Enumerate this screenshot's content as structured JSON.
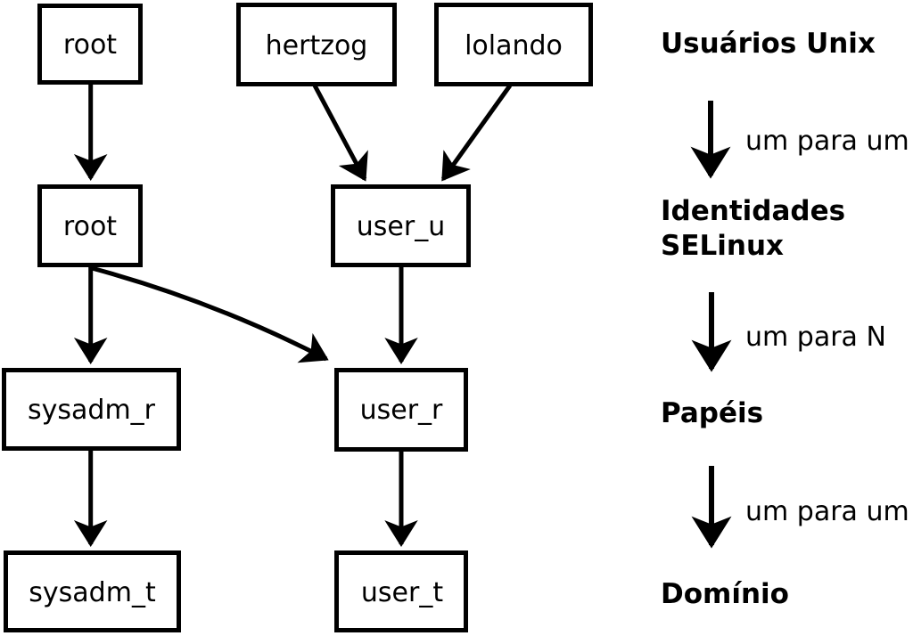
{
  "diagram": {
    "title_semantic": "SELinux: Unix users to SELinux identities, roles and domains",
    "colors": {
      "foreground": "#000000",
      "background": "#ffffff",
      "box_fill": "#ffffff"
    },
    "nodes": {
      "unix_root": "root",
      "unix_hertzog": "hertzog",
      "unix_lolando": "lolando",
      "selinux_root": "root",
      "selinux_user_u": "user_u",
      "role_sysadm_r": "sysadm_r",
      "role_user_r": "user_r",
      "domain_sysadm_t": "sysadm_t",
      "domain_user_t": "user_t"
    },
    "edges": [
      {
        "from": "root (Unix user)",
        "to": "root (SELinux identity)"
      },
      {
        "from": "hertzog",
        "to": "user_u"
      },
      {
        "from": "lolando",
        "to": "user_u"
      },
      {
        "from": "root (SELinux identity)",
        "to": "sysadm_r"
      },
      {
        "from": "root (SELinux identity)",
        "to": "user_r"
      },
      {
        "from": "user_u",
        "to": "user_r"
      },
      {
        "from": "sysadm_r",
        "to": "sysadm_t"
      },
      {
        "from": "user_r",
        "to": "user_t"
      }
    ],
    "legend": {
      "unix_users": "Usuários Unix",
      "mapping_one_to_one_1": "um para um",
      "selinux_identities_line1": "Identidades",
      "selinux_identities_line2": "SELinux",
      "mapping_one_to_n": "um para N",
      "roles": "Papéis",
      "mapping_one_to_one_2": "um para um",
      "domain": "Domínio"
    }
  }
}
